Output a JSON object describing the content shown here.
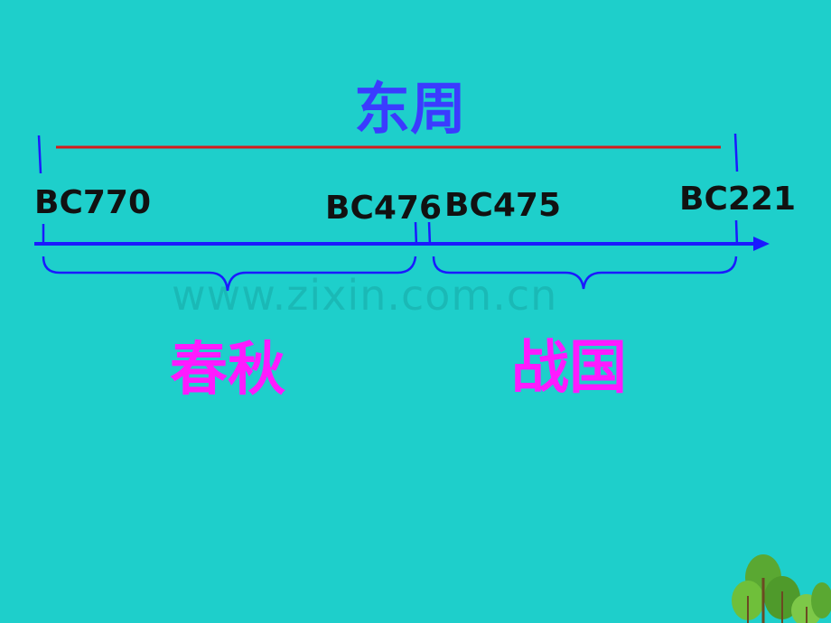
{
  "title": "东周",
  "periods": [
    {
      "name": "春秋",
      "start": "BC770",
      "end": "BC476"
    },
    {
      "name": "战国",
      "start": "BC475",
      "end": "BC221"
    }
  ],
  "labels": {
    "bc770": "BC770",
    "bc476": "BC476",
    "bc475": "BC475",
    "bc221": "BC221"
  },
  "watermark": "www.zixin.com.cn",
  "colors": {
    "background": "#1ecfcb",
    "title": "#3b3bff",
    "period_label": "#ff1aff",
    "axis": "#1a1aff",
    "span_line": "#d41c1c",
    "text": "#111111"
  }
}
